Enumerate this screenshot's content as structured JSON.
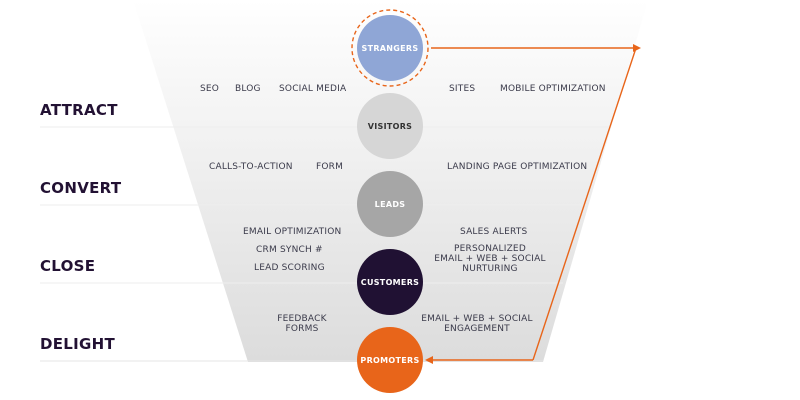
{
  "stages": {
    "attract": "ATTRACT",
    "convert": "CONVERT",
    "close": "CLOSE",
    "delight": "DELIGHT"
  },
  "nodes": {
    "strangers": "STRANGERS",
    "visitors": "VISITORS",
    "leads": "LEADS",
    "customers": "CUSTOMERS",
    "promoters": "PROMOTERS"
  },
  "tactics": {
    "seo": "SEO",
    "blog": "BLOG",
    "social_media": "SOCIAL MEDIA",
    "sites": "SITES",
    "mobile_optimization": "MOBILE OPTIMIZATION",
    "calls_to_action": "CALLS-TO-ACTION",
    "form": "FORM",
    "landing_page_optimization": "LANDING PAGE OPTIMIZATION",
    "email_optimization": "EMAIL OPTIMIZATION",
    "crm_synch": "CRM SYNCH #",
    "lead_scoring": "LEAD SCORING",
    "sales_alerts": "SALES ALERTS",
    "personalized_nurturing": "PERSONALIZED\nEMAIL + WEB + SOCIAL\nNURTURING",
    "feedback_forms": "FEEDBACK\nFORMS",
    "social_engagement": "EMAIL + WEB + SOCIAL\nENGAGEMENT"
  },
  "colors": {
    "strangers": "#8fa6d6",
    "visitors": "#d6d6d6",
    "leads": "#a6a6a6",
    "customers": "#201133",
    "promoters": "#e8651a",
    "arrow": "#e8651a",
    "stage_text": "#221133"
  }
}
